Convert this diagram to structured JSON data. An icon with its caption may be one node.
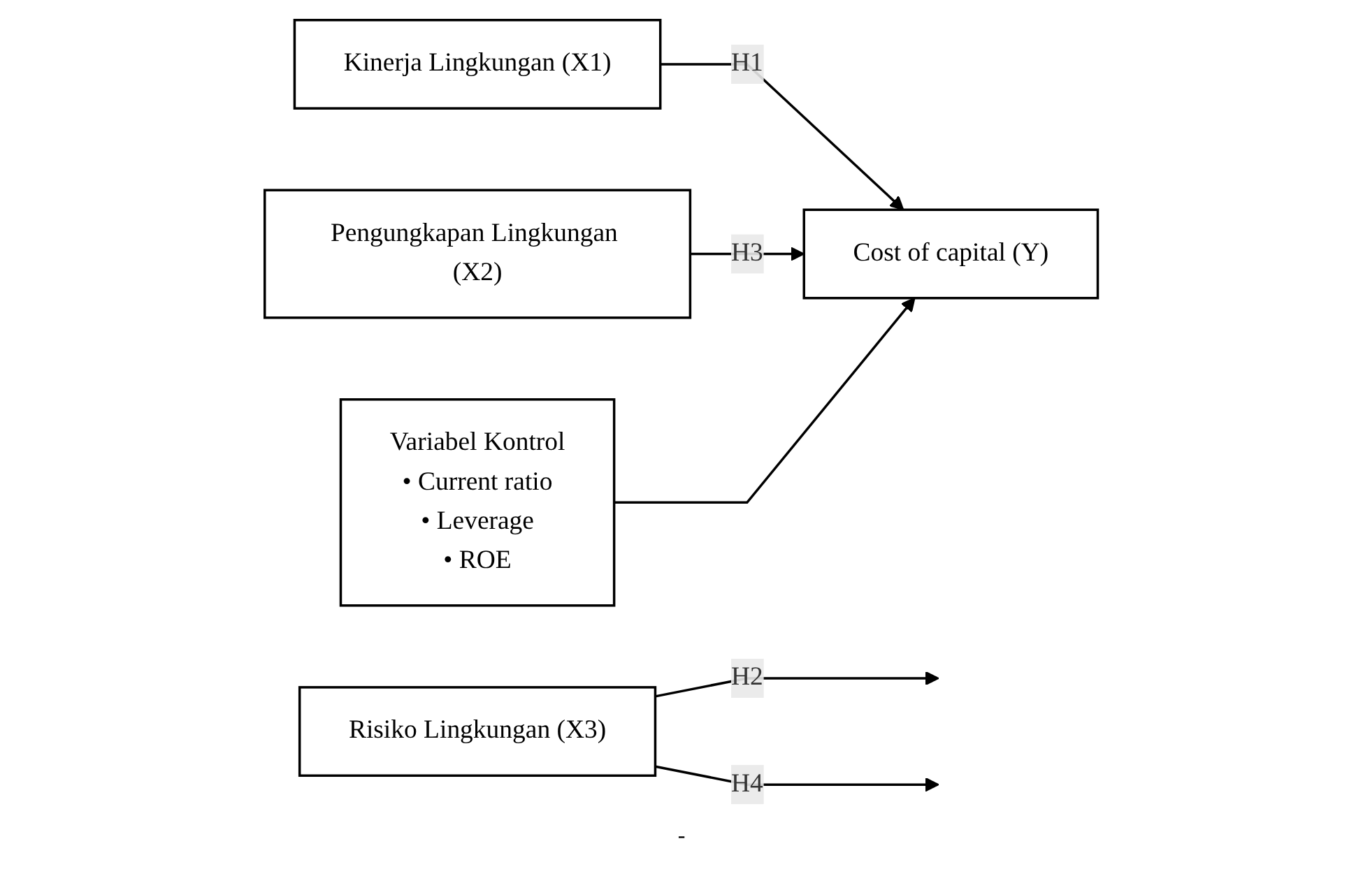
{
  "diagram": {
    "nodes": [
      {
        "text": [
          "Kinerja Lingkungan (X1)"
        ]
      },
      {
        "text": [
          "Cost of capital (Y)"
        ]
      },
      {
        "text": [
          "Pengungkapan Lingkungan (X2)"
        ]
      },
      {
        "text": [
          "Risiko Lingkungan (X3)"
        ]
      },
      {
        "text": [
          "Variabel Kontrol",
          "• Current ratio",
          "• Leverage",
          "• ROE"
        ]
      }
    ],
    "edges": [
      {
        "from": 0,
        "to": 1,
        "arrow": "to",
        "label": "H1"
      },
      {
        "from": 2,
        "to": 1,
        "arrow": "to",
        "label": "H3"
      },
      {
        "from": 4,
        "to": 1,
        "arrow": "to"
      },
      {
        "from": 3,
        "to": null,
        "arrow": "to",
        "label": "H2"
      },
      {
        "from": 3,
        "to": null,
        "arrow": "to",
        "label": "H4"
      }
    ],
    "labels": [
      "-"
    ]
  }
}
